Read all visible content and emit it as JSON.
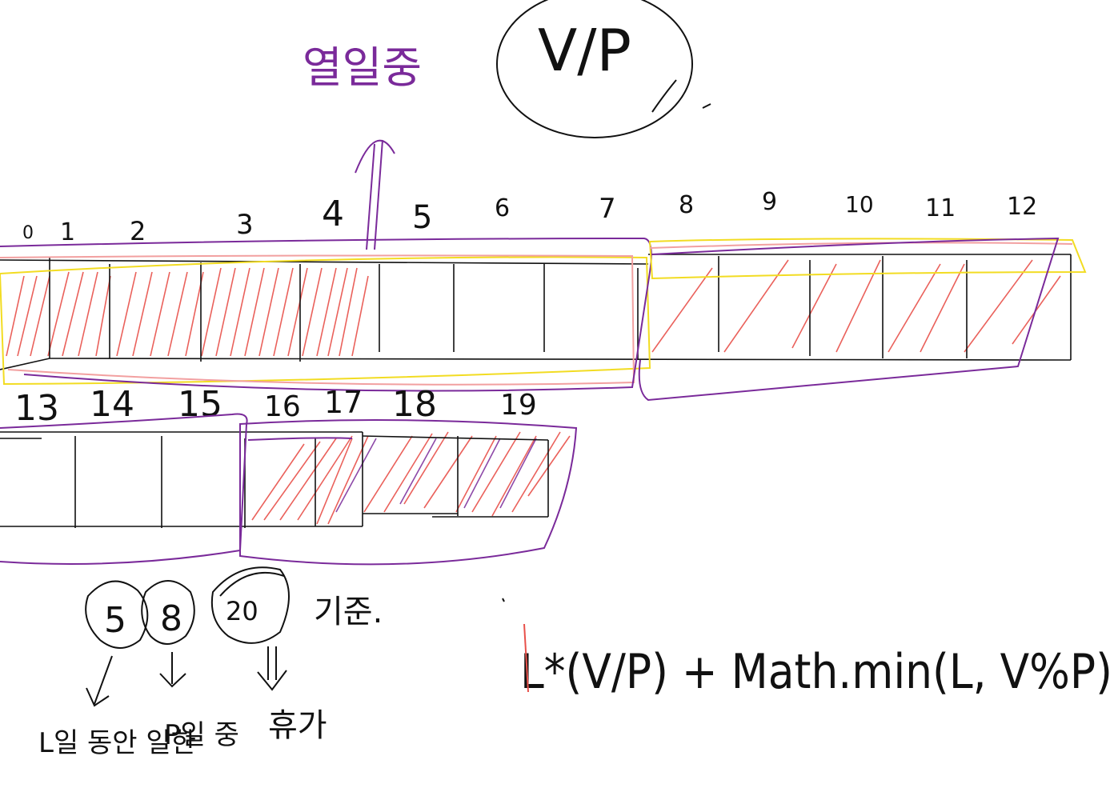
{
  "header_note_text": "열일중",
  "ratio_label": "V/P",
  "row1_numbers": [
    "0",
    "1",
    "2",
    "3",
    "4",
    "5",
    "6",
    "7",
    "8",
    "9",
    "10",
    "11",
    "12"
  ],
  "row2_numbers": [
    "13",
    "14",
    "15",
    "16",
    "17",
    "18",
    "19"
  ],
  "circled_values": [
    "5",
    "8",
    "20"
  ],
  "basis_label": "기준.",
  "circled_notes": [
    "L일 동안 일한",
    "P일 중",
    "휴가"
  ],
  "formula_text": "L*(V/P) + Math.min(L, V%P)",
  "colors": {
    "ink": "#111111",
    "purple": "#7a2a9a",
    "red": "#e8504a",
    "yellow": "#f2dc22",
    "pink": "#f2a0a0"
  }
}
